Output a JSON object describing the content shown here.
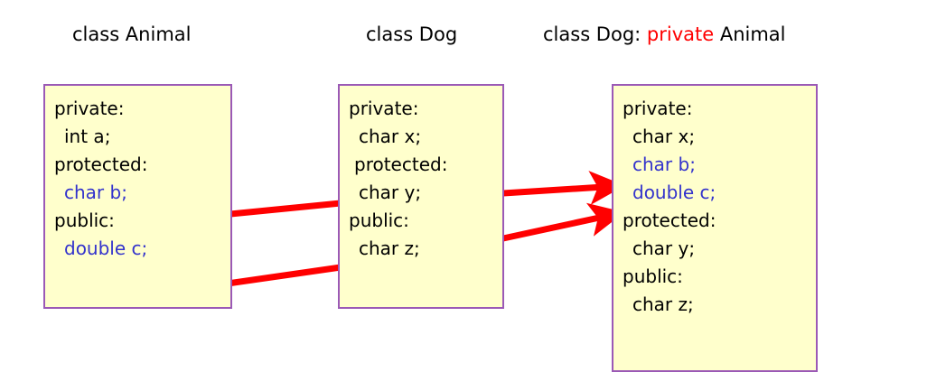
{
  "diagram": {
    "title_color": "#000000",
    "accent_keyword_color": "#ff0000",
    "inherited_member_color": "#3333cc",
    "box_fill": "#ffffcc",
    "box_border": "#9b59b6",
    "connector_color": "#ff0000"
  },
  "classes": [
    {
      "title_prefix": "class Animal",
      "title_keyword": "",
      "title_suffix": "",
      "members": [
        {
          "text": "private:",
          "indent": "none",
          "inherited": false
        },
        {
          "text": "int a;",
          "indent": "full",
          "inherited": false
        },
        {
          "text": "protected:",
          "indent": "none",
          "inherited": false
        },
        {
          "text": "char b;",
          "indent": "full",
          "inherited": true
        },
        {
          "text": "public:",
          "indent": "none",
          "inherited": false
        },
        {
          "text": "double c;",
          "indent": "full",
          "inherited": true
        }
      ]
    },
    {
      "title_prefix": "class Dog",
      "title_keyword": "",
      "title_suffix": "",
      "members": [
        {
          "text": "private:",
          "indent": "none",
          "inherited": false
        },
        {
          "text": "char x;",
          "indent": "full",
          "inherited": false
        },
        {
          "text": "protected:",
          "indent": "half",
          "inherited": false
        },
        {
          "text": "char y;",
          "indent": "full",
          "inherited": false
        },
        {
          "text": "public:",
          "indent": "none",
          "inherited": false
        },
        {
          "text": "char z;",
          "indent": "full",
          "inherited": false
        }
      ]
    },
    {
      "title_prefix": "class Dog: ",
      "title_keyword": "private",
      "title_suffix": " Animal",
      "members": [
        {
          "text": "private:",
          "indent": "none",
          "inherited": false
        },
        {
          "text": "char x;",
          "indent": "full",
          "inherited": false
        },
        {
          "text": "char b;",
          "indent": "full",
          "inherited": true
        },
        {
          "text": "double c;",
          "indent": "full",
          "inherited": true
        },
        {
          "text": "protected:",
          "indent": "none",
          "inherited": false
        },
        {
          "text": "char y;",
          "indent": "full",
          "inherited": false
        },
        {
          "text": "public:",
          "indent": "none",
          "inherited": false
        },
        {
          "text": "char z;",
          "indent": "full",
          "inherited": false
        }
      ]
    }
  ],
  "connectors": [
    {
      "name": "animal-b-to-dog",
      "arrowhead": false
    },
    {
      "name": "animal-c-to-dog",
      "arrowhead": false
    },
    {
      "name": "dog-b-to-derived",
      "arrowhead": true
    },
    {
      "name": "dog-c-to-derived",
      "arrowhead": true
    }
  ]
}
